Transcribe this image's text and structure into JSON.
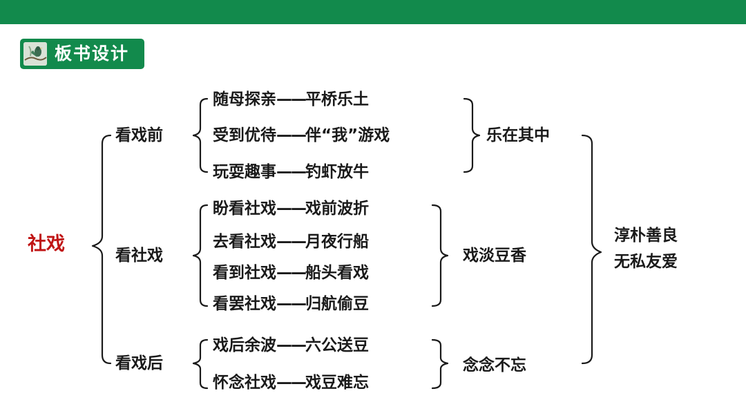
{
  "header": {
    "title": "板书设计"
  },
  "colors": {
    "accent": "#128a4c",
    "root_text": "#c01414",
    "text": "#1a1a1a"
  },
  "diagram": {
    "root": "社戏",
    "branches": [
      {
        "label": "看戏前",
        "items": [
          {
            "left": "随母探亲",
            "dash": "——",
            "right": "平桥乐土"
          },
          {
            "left": "受到优待",
            "dash": "——",
            "right": "伴“我”游戏"
          },
          {
            "left": "玩耍趣事",
            "dash": "——",
            "right": "钓虾放牛"
          }
        ],
        "summary": "乐在其中"
      },
      {
        "label": "看社戏",
        "items": [
          {
            "left": "盼看社戏",
            "dash": "——",
            "right": "戏前波折"
          },
          {
            "left": "去看社戏",
            "dash": "——",
            "right": "月夜行船"
          },
          {
            "left": "看到社戏",
            "dash": "——",
            "right": "船头看戏"
          },
          {
            "left": "看罢社戏",
            "dash": "——",
            "right": "归航偷豆"
          }
        ],
        "summary": "戏淡豆香"
      },
      {
        "label": "看戏后",
        "items": [
          {
            "left": "戏后余波",
            "dash": "——",
            "right": "六公送豆"
          },
          {
            "left": "怀念社戏",
            "dash": "——",
            "right": "戏豆难忘"
          }
        ],
        "summary": "念念不忘"
      }
    ],
    "conclusion": {
      "line1": "淳朴善良",
      "line2": "无私友爱"
    }
  }
}
